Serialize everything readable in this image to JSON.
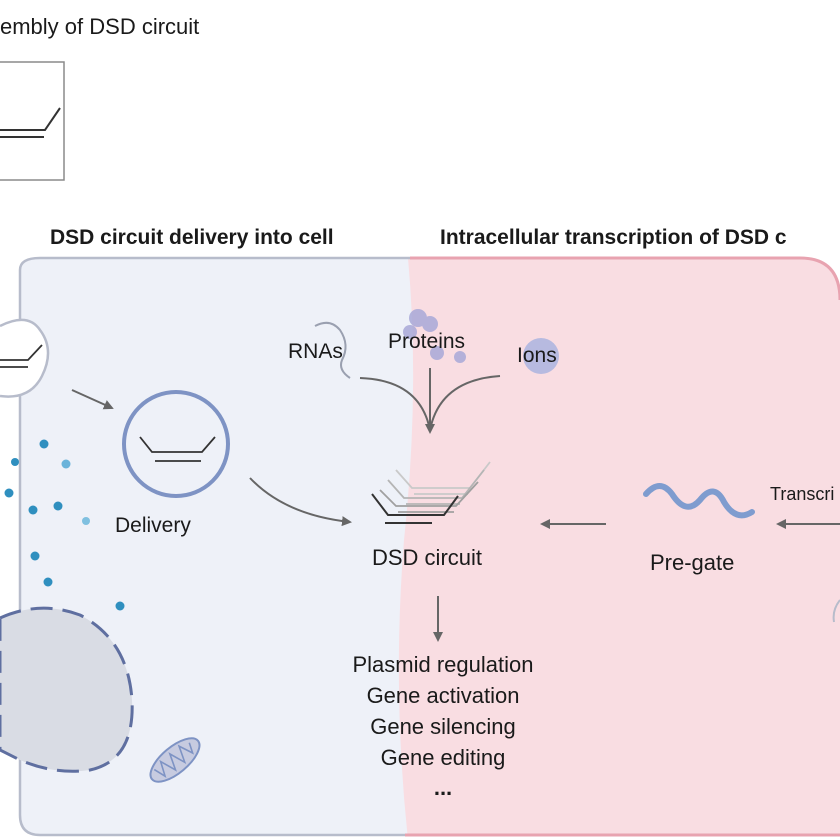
{
  "header": {
    "assembly_title": "embly of DSD circuit",
    "delivery_title": "DSD circuit delivery into cell",
    "transcription_title": "Intracellular transcription of DSD c"
  },
  "labels": {
    "rnas": "RNAs",
    "proteins": "Proteins",
    "ions": "Ions",
    "delivery": "Delivery",
    "dsd_circuit": "DSD circuit",
    "pre_gate": "Pre-gate",
    "transcription": "Transcri"
  },
  "outputs": [
    "Plasmid regulation",
    "Gene activation",
    "Gene silencing",
    "Gene editing",
    "..."
  ],
  "colors": {
    "left_cell_fill": "#eef1f8",
    "right_cell_fill": "#f9dde2",
    "right_cell_border": "#e8a3b0",
    "left_cell_border": "#b7bccb",
    "vesicle": "#7e93c4",
    "dots": "#2f8fbf",
    "pregate": "#7f9ccf",
    "arrow": "#666666"
  }
}
